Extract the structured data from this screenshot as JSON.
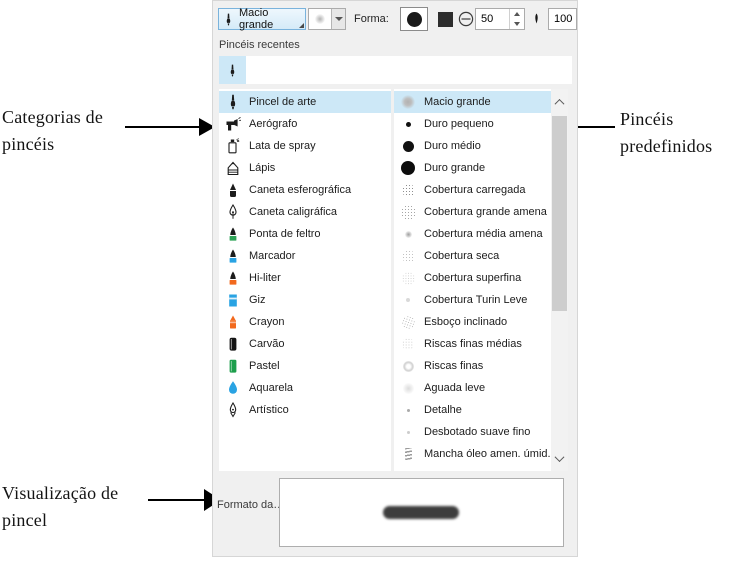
{
  "colors": {
    "selection_bg": "#cde8f7",
    "toolbar_button_border": "#7ab3dc",
    "panel_bg": "#f0f0f0",
    "accent_blue": "#29a3e3",
    "accent_green": "#2ea357",
    "accent_orange": "#f2691d"
  },
  "annotations": {
    "categories": {
      "line1": "Categorias de",
      "line2": "pincéis"
    },
    "presets": {
      "line1": "Pincéis",
      "line2": "predefinidos"
    },
    "preview": {
      "line1": "Visualização de",
      "line2": "pincel"
    }
  },
  "toolbar": {
    "brush_button_label": "Macio grande",
    "brush_button_icon": "art-brush",
    "preset_preview_icon": "soft-dot",
    "shape_label": "Forma:",
    "shape_options": [
      "round",
      "square"
    ],
    "selected_shape": "round",
    "size_icon": "diameter",
    "size_value": "50",
    "transparency_icon": "nib-vertical",
    "transparency_value": "100"
  },
  "recent": {
    "label": "Pincéis recentes",
    "items": [
      {
        "icon": "art-brush",
        "selected": true
      }
    ]
  },
  "categories": {
    "items": [
      {
        "icon": "art-brush",
        "label": "Pincel de arte",
        "selected": true
      },
      {
        "icon": "airbrush",
        "label": "Aerógrafo"
      },
      {
        "icon": "spray-can",
        "label": "Lata de spray"
      },
      {
        "icon": "pencil",
        "label": "Lápis"
      },
      {
        "icon": "ballpoint-pen",
        "label": "Caneta esferográfica"
      },
      {
        "icon": "calligraphic-pen",
        "label": "Caneta caligráfica"
      },
      {
        "icon": "felt-tip",
        "label": "Ponta de feltro"
      },
      {
        "icon": "marker",
        "label": "Marcador"
      },
      {
        "icon": "hiliter",
        "label": "Hi-liter"
      },
      {
        "icon": "chalk",
        "label": "Giz"
      },
      {
        "icon": "crayon",
        "label": "Crayon"
      },
      {
        "icon": "charcoal",
        "label": "Carvão"
      },
      {
        "icon": "pastel",
        "label": "Pastel"
      },
      {
        "icon": "watercolor",
        "label": "Aquarela"
      },
      {
        "icon": "artistic-nib",
        "label": "Artístico"
      }
    ]
  },
  "presets": {
    "items": [
      {
        "icon": "soft-large-dot",
        "label": "Macio grande",
        "selected": true
      },
      {
        "icon": "hard-small-dot",
        "label": "Duro pequeno"
      },
      {
        "icon": "hard-medium-dot",
        "label": "Duro médio"
      },
      {
        "icon": "hard-large-dot",
        "label": "Duro grande"
      },
      {
        "icon": "speckle-heavy-dot",
        "label": "Cobertura carregada"
      },
      {
        "icon": "speckle-burst-dot",
        "label": "Cobertura grande amena"
      },
      {
        "icon": "soft-small-dot",
        "label": "Cobertura média amena"
      },
      {
        "icon": "speckle-dry-dot",
        "label": "Cobertura seca"
      },
      {
        "icon": "speckle-fine-dot",
        "label": "Cobertura superfina"
      },
      {
        "icon": "faint-tiny-dot",
        "label": "Cobertura Turin Leve"
      },
      {
        "icon": "speckle-slant-dot",
        "label": "Esboço inclinado"
      },
      {
        "icon": "speckle-streak-dot",
        "label": "Riscas finas médias"
      },
      {
        "icon": "soft-ring-dot",
        "label": "Riscas finas"
      },
      {
        "icon": "soft-wash-dot",
        "label": "Aguada leve"
      },
      {
        "icon": "tiny-detail-dot",
        "label": "Detalhe"
      },
      {
        "icon": "tiny-fade-dot",
        "label": "Desbotado suave fino"
      },
      {
        "icon": "oil-squiggle",
        "label": "Mancha óleo amen. úmid."
      }
    ]
  },
  "preview": {
    "label": "Formato da…"
  }
}
